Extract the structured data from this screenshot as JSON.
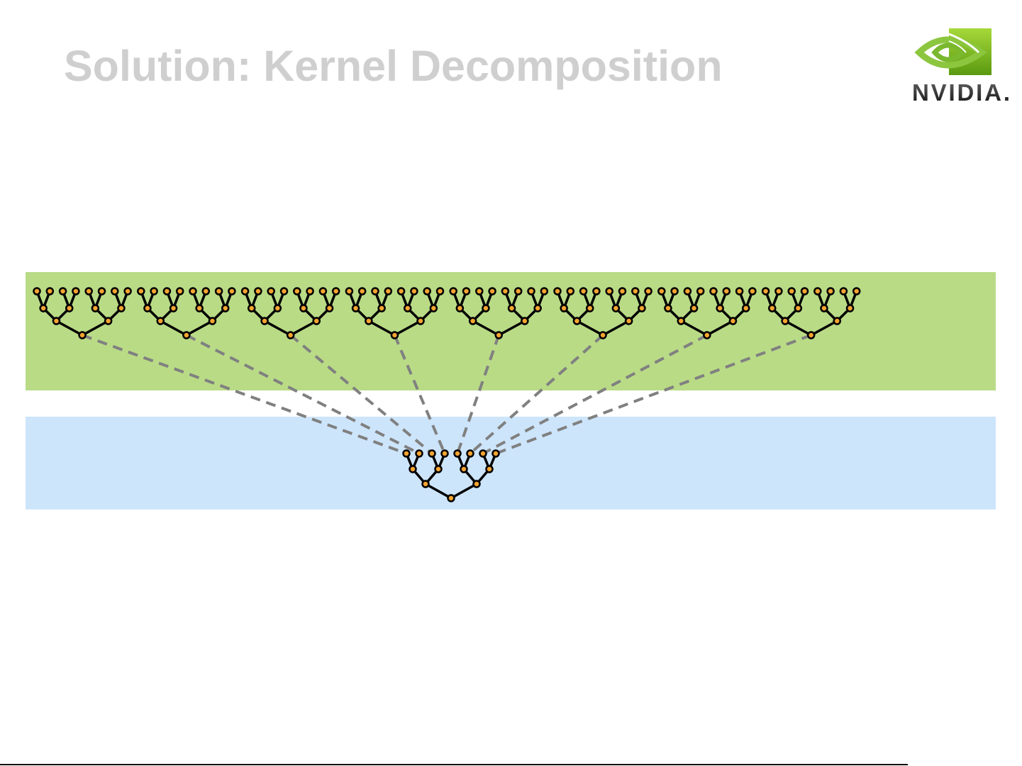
{
  "slide": {
    "title": "Solution: Kernel Decomposition",
    "logo_text": "NVIDIA."
  },
  "diagram": {
    "level0_trees": 8,
    "leaves_per_tree": 8,
    "level1_trees": 1,
    "colors": {
      "level0_band": "#b9db86",
      "level1_band": "#cde5fb",
      "node_fill": "#f5a431",
      "edge": "#000000",
      "dashed": "#808080"
    }
  }
}
